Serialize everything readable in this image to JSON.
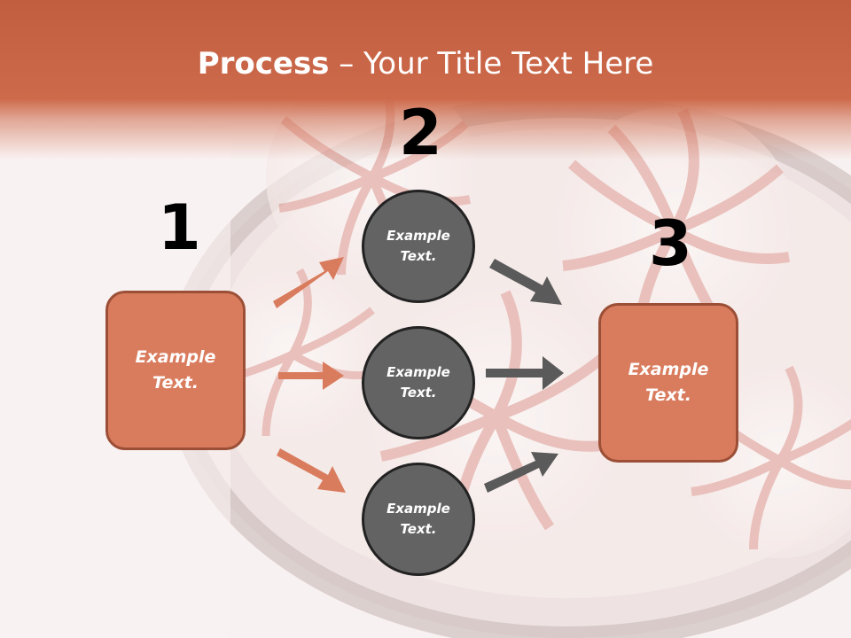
{
  "title": {
    "bold": "Process",
    "rest": " – Your Title Text Here"
  },
  "steps": {
    "one": "1",
    "two": "2",
    "three": "3"
  },
  "left_box": {
    "text": "Example\nText."
  },
  "right_box": {
    "text": "Example\nText."
  },
  "circles": [
    {
      "text": "Example\nText."
    },
    {
      "text": "Example\nText."
    },
    {
      "text": "Example\nText."
    }
  ],
  "colors": {
    "accent": "#cd6a4b",
    "box": "#d97b5d",
    "circle": "#636363",
    "arrow_left": "#d97b5d",
    "arrow_right": "#5a5a5a"
  },
  "background_image": "peppermint-candies-bowl"
}
